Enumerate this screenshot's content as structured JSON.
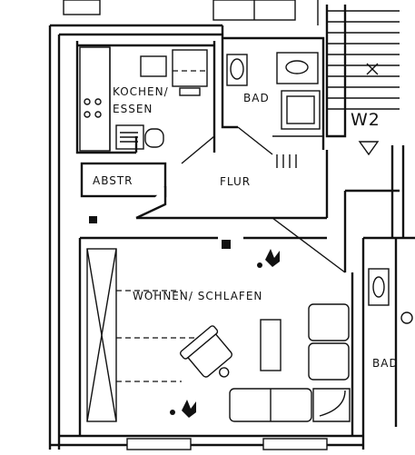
{
  "rooms": {
    "kitchen_line1": "KOCHEN/",
    "kitchen_line2": "ESSEN",
    "bathroom": "BAD",
    "storage": "ABSTR",
    "hallway": "FLUR",
    "living": "WOHNEN/ SCHLAFEN",
    "bathroom_neighbor": "BAD"
  },
  "unit": {
    "label": "W2"
  },
  "colors": {
    "line": "#111111",
    "background": "#ffffff"
  },
  "icons": {
    "plant": "potted-plant-icon",
    "stove": "stove-icon",
    "sink": "sink-icon",
    "toilet": "toilet-icon",
    "socket": "electrical-socket-icon",
    "entrance": "entrance-triangle-icon"
  }
}
